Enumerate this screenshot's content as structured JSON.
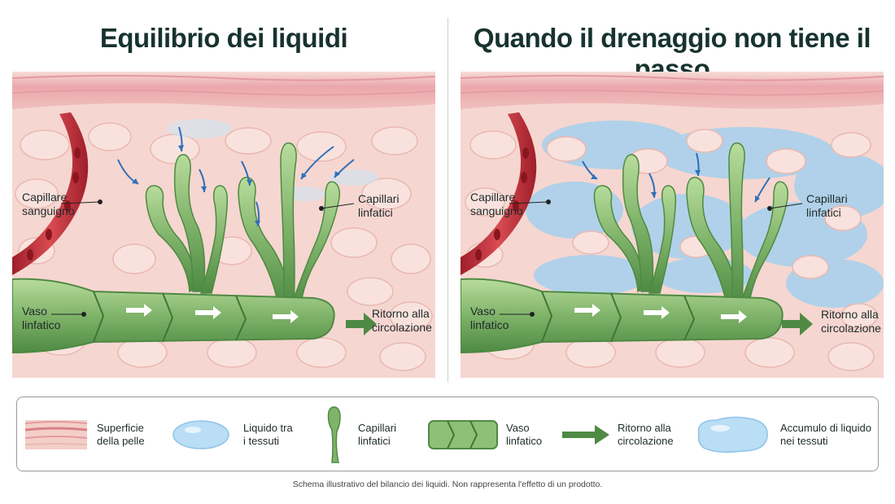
{
  "panels": [
    {
      "title": "Equilibrio dei liquidi",
      "labels": {
        "blood_capillary": "Capillare\nsanguigno",
        "lymph_capillaries": "Capillari\nlinfatici",
        "lymph_vessel": "Vaso\nlinfatico",
        "return": "Ritorno alla\ncircolazione"
      }
    },
    {
      "title": "Quando il drenaggio non tiene il passo",
      "labels": {
        "blood_capillary": "Capillare\nsanguigno",
        "lymph_capillaries": "Capillari\nlinfatici",
        "lymph_vessel": "Vaso\nlinfatico",
        "return": "Ritorno alla\ncircolazione"
      }
    }
  ],
  "legend": [
    {
      "icon": "skin-surface-icon",
      "label": "Superficie\ndella pelle"
    },
    {
      "icon": "fluid-drop-icon",
      "label": "Liquido tra\ni tessuti"
    },
    {
      "icon": "lymph-capillary-icon",
      "label": "Capillari\nlinfatici"
    },
    {
      "icon": "lymph-vessel-icon",
      "label": "Vaso\nlinfatico"
    },
    {
      "icon": "arrow-right-icon",
      "label": "Ritorno alla\ncircolazione"
    },
    {
      "icon": "fluid-pool-icon",
      "label": "Accumulo di liquido\nnei tessuti"
    }
  ],
  "footnote": "Schema illustrativo del bilancio dei liquidi. Non rappresenta l'effetto di un prodotto.",
  "colors": {
    "skin": "#f4cfc9",
    "skin_top": "#e89aa2",
    "blood": "#c2333b",
    "lymph": "#7fb36a",
    "lymph_dark": "#4e8a43",
    "fluid": "#a9d5f2",
    "arrow_blue": "#2e6fb8"
  }
}
